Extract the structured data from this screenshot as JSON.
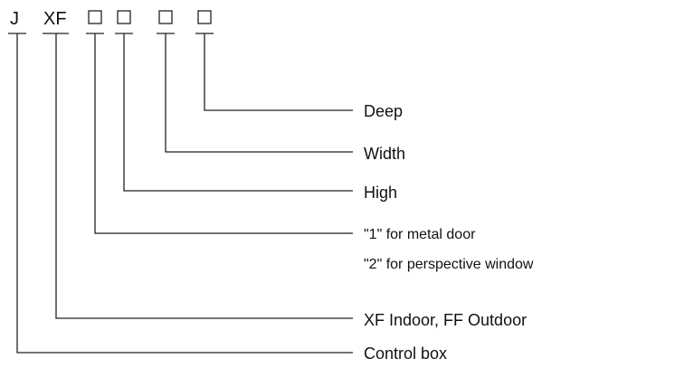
{
  "code": {
    "prefix_j": "J",
    "prefix_xf": "XF",
    "placeholder_count": 4
  },
  "labels": {
    "deep": "Deep",
    "width": "Width",
    "high": "High",
    "door_type_1": "\"1\" for metal door",
    "door_type_2": "\"2\" for perspective window",
    "location": "XF Indoor, FF Outdoor",
    "control_box": "Control box"
  }
}
